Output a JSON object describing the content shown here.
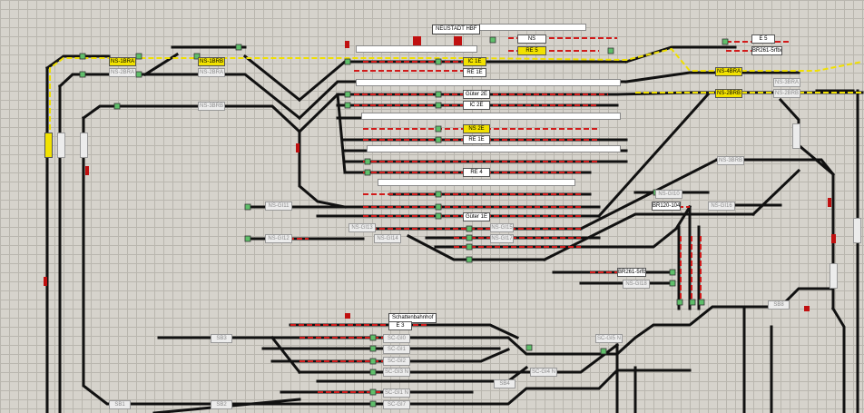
{
  "station": {
    "title": "NEUSTADT HBF",
    "shadow_yard_title": "Schattenbahnhof"
  },
  "colors": {
    "track": "#111111",
    "route_red": "#d21a1a",
    "route_yellow": "#f0e000",
    "signal_green": "#5fbf6a",
    "background": "#d6d3cc"
  },
  "labels": {
    "ns": "NS",
    "re5": "RE 5",
    "ic1e": "IC 1E",
    "re1e_a": "RE 1E",
    "guter2e": "Güter 2E",
    "ic2e": "IC 2E",
    "ns2e": "NS 2E",
    "re1e_b": "RE 1E",
    "re4": "RE 4",
    "guter1e": "Güter 1E",
    "e5_top": "E 5",
    "br261_top": "BR261-5rfbo",
    "br120": "BR120-104",
    "br261_mid": "BR261-5rfbo",
    "e3": "E 3",
    "ns1": "NS-1BRA",
    "ns2": "NS-2BRA",
    "ns3": "NS-1BRB",
    "ns4": "NS-2BRA",
    "ns5": "NS-3BRB",
    "ns6": "NS-4BRA",
    "ns7": "NS-3BRA",
    "ns8": "NS-2BRB",
    "ns9": "NS-2BRB",
    "ns10": "NS-3BRB",
    "ns11": "NS-GI11",
    "ns12": "NS-GI12",
    "ns13": "NS-GI13",
    "ns14": "NS-GI14",
    "ns15": "NS-GI15",
    "ns16": "NS-GI10",
    "ns17": "NS-GI16",
    "ns18": "NS-GI17",
    "ns19": "NS-GI18",
    "sb1": "SC-GI0",
    "sb2": "SC-GI1",
    "sb3": "SC-GI2",
    "sb4": "SC-GI3 N",
    "sb5": "SC-GI4 N",
    "sb6": "SC-GI5 N",
    "sb7": "SC-GI1 N",
    "sb8": "SC-GI7",
    "sb9": "SB1",
    "sb10": "SB2",
    "sb11": "SB3",
    "sb12": "SB8",
    "sbX": "SB4"
  }
}
